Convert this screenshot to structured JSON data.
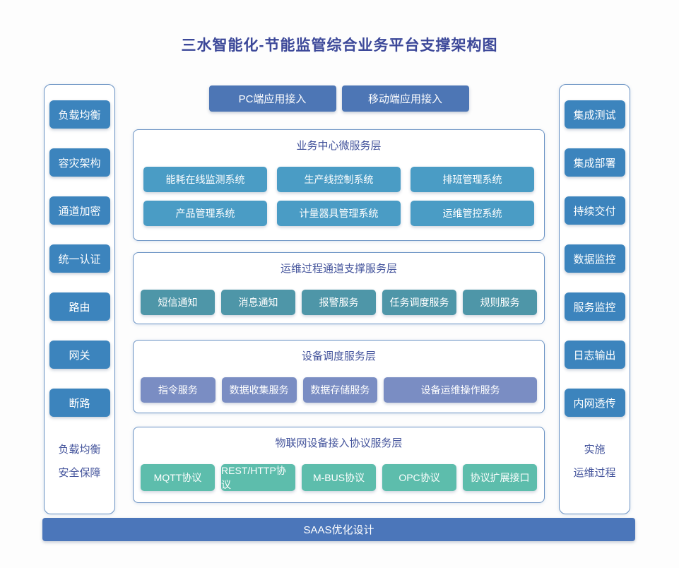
{
  "title": "三水智能化-节能监管综合业务平台支撑架构图",
  "top_buttons": {
    "pc": "PC端应用接入",
    "mobile": "移动端应用接入"
  },
  "left_panel": {
    "items": [
      "负载均衡",
      "容灾架构",
      "通道加密",
      "统一认证",
      "路由",
      "网关",
      "断路"
    ],
    "footer": [
      "负载均衡",
      "安全保障"
    ]
  },
  "right_panel": {
    "items": [
      "集成测试",
      "集成部署",
      "持续交付",
      "数据监控",
      "服务监控",
      "日志输出",
      "内网透传"
    ],
    "footer": [
      "实施",
      "运维过程"
    ]
  },
  "sections": [
    {
      "header": "业务中心微服务层",
      "items": [
        "能耗在线监测系统",
        "生产线控制系统",
        "排班管理系统",
        "产品管理系统",
        "计量器具管理系统",
        "运维管控系统"
      ]
    },
    {
      "header": "运维过程通道支撑服务层",
      "items": [
        "短信通知",
        "消息通知",
        "报警服务",
        "任务调度服务",
        "规则服务"
      ]
    },
    {
      "header": "设备调度服务层",
      "items": [
        "指令服务",
        "数据收集服务",
        "数据存储服务",
        "设备运维操作服务"
      ]
    },
    {
      "header": "物联网设备接入协议服务层",
      "items": [
        "MQTT协议",
        "REST/HTTP协议",
        "M-BUS协议",
        "OPC协议",
        "协议扩展接口"
      ]
    }
  ],
  "bottom_bar": "SAAS优化设计",
  "colors": {
    "title-text": "#3c4899",
    "header-text": "#44549c",
    "footer-text": "#44549c",
    "panel-border": "#6b93c4",
    "sidebar-btn": "#3c84bd",
    "top-btn": "#4d76b5",
    "bottom-bar": "#4b76ba",
    "s1-item": "#4a9cc5",
    "s2-item": "#4e96a8",
    "s3-item": "#7a8dc3",
    "s4-item": "#5dbdac"
  }
}
